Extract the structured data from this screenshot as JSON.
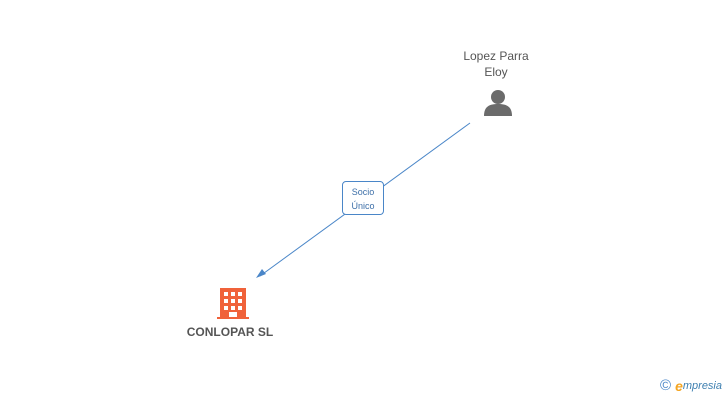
{
  "nodes": {
    "person": {
      "name_line1": "Lopez Parra",
      "name_line2": "Eloy",
      "icon": "person-icon",
      "color": "#6b6b6b"
    },
    "company": {
      "name": "CONLOPAR SL",
      "icon": "building-icon",
      "color": "#f0623a"
    }
  },
  "edges": [
    {
      "from": "person",
      "to": "company",
      "label_line1": "Socio",
      "label_line2": "Único",
      "color": "#4a86c8"
    }
  ],
  "watermark": {
    "copyright_symbol": "©",
    "brand_initial": "e",
    "brand_rest": "mpresia"
  }
}
